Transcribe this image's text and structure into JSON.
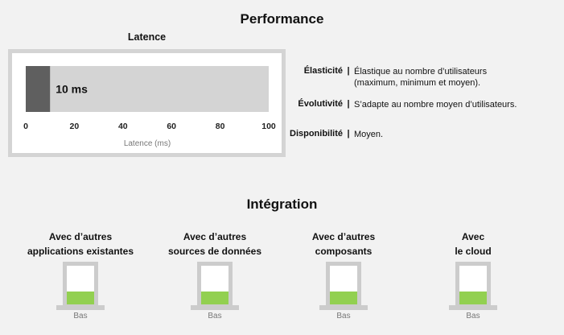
{
  "performance": {
    "title": "Performance",
    "latency_title": "Latence"
  },
  "chart_data": [
    {
      "type": "bar",
      "orientation": "horizontal",
      "title": "Latence",
      "values": [
        10
      ],
      "value_label": "10 ms",
      "xlabel": "Latence (ms)",
      "xlim": [
        0,
        100
      ],
      "ticks": [
        "0",
        "20",
        "40",
        "60",
        "80",
        "100"
      ],
      "colors": {
        "value": "#5f5f5f",
        "track": "#d4d4d4"
      }
    }
  ],
  "properties": [
    {
      "key": "Élasticité",
      "sep": "|",
      "lines": [
        "Élastique au nombre d’utilisateurs",
        "(maximum, minimum et moyen)."
      ]
    },
    {
      "key": "Évolutivité",
      "sep": "|",
      "lines": [
        "S’adapte au nombre moyen d’utilisateurs."
      ]
    },
    {
      "key": "Disponibilité",
      "sep": "|",
      "lines": [
        "Moyen."
      ]
    }
  ],
  "integration": {
    "title": "Intégration",
    "items": [
      {
        "lines": [
          "Avec d’autres",
          "applications existantes"
        ],
        "level_label": "Bas",
        "level": 0.33
      },
      {
        "lines": [
          "Avec d’autres",
          "sources de données"
        ],
        "level_label": "Bas",
        "level": 0.33
      },
      {
        "lines": [
          "Avec d’autres",
          "composants"
        ],
        "level_label": "Bas",
        "level": 0.33
      },
      {
        "lines": [
          "Avec",
          "le cloud"
        ],
        "level_label": "Bas",
        "level": 0.33
      }
    ],
    "colors": {
      "fill": "#92d050",
      "frame": "#cccccc"
    }
  }
}
